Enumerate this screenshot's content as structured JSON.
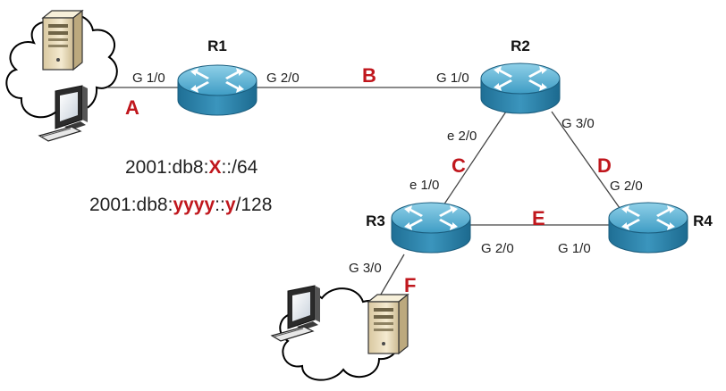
{
  "colors": {
    "segment_label": "#c0171d",
    "link": "#444444",
    "router_top": "#5fb6d6",
    "router_side": "#2a7fa6",
    "cloud_stroke": "#000000",
    "server_body": "#efe3c4"
  },
  "routers": {
    "r1": {
      "label": "R1"
    },
    "r2": {
      "label": "R2"
    },
    "r3": {
      "label": "R3"
    },
    "r4": {
      "label": "R4"
    }
  },
  "interfaces": {
    "r1_left": "G 1/0",
    "r1_right": "G 2/0",
    "r2_left": "G 1/0",
    "r2_lower_left": "e 2/0",
    "r2_lower_right": "G 3/0",
    "r3_upper": "e 1/0",
    "r3_right": "G 2/0",
    "r3_lower": "G 3/0",
    "r4_upper": "G 2/0",
    "r4_left": "G 1/0"
  },
  "segments": {
    "a": "A",
    "b": "B",
    "c": "C",
    "d": "D",
    "e": "E",
    "f": "F"
  },
  "addressing": {
    "line1_prefix": "2001:db8:",
    "line1_var": "X",
    "line1_suffix": "::/64",
    "line2_prefix": "2001:db8:",
    "line2_var1": "yyyy",
    "line2_mid": "::",
    "line2_var2": "y",
    "line2_suffix": "/128"
  },
  "icons": {
    "router": "router-icon",
    "cloud": "cloud-icon",
    "server": "server-icon",
    "workstation": "workstation-icon"
  }
}
